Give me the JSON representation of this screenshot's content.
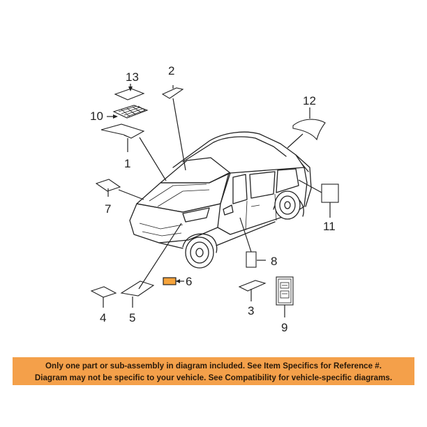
{
  "callouts": {
    "c1": "1",
    "c2": "2",
    "c3": "3",
    "c4": "4",
    "c5": "5",
    "c6": "6",
    "c7": "7",
    "c8": "8",
    "c9": "9",
    "c10": "10",
    "c11": "11",
    "c12": "12",
    "c13": "13"
  },
  "highlight_color": "#f5a33b",
  "banner_color": "#f4a04a",
  "disclaimer": {
    "line1": "Only one part or sub-assembly in diagram included. See Item Specifics for Reference #.",
    "line2": "Diagram may not be specific to your vehicle. See Compatibility for vehicle-specific diagrams."
  }
}
